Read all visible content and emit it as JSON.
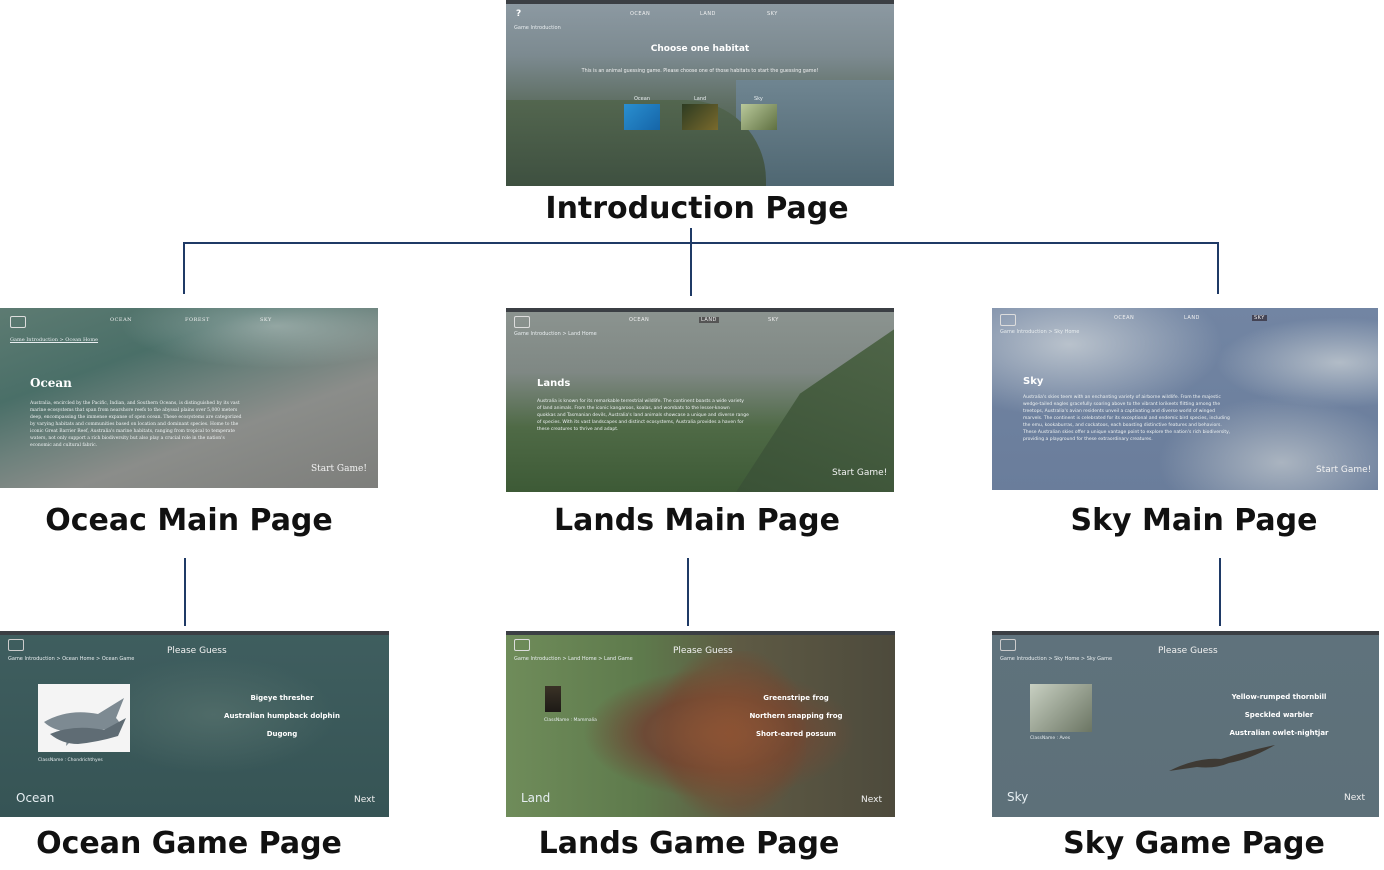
{
  "captions": {
    "intro": "Introduction Page",
    "ocean_main": "Oceac Main Page",
    "lands_main": "Lands Main Page",
    "sky_main": "Sky Main Page",
    "ocean_game": "Ocean Game Page",
    "lands_game": "Lands Game Page",
    "sky_game": "Sky Game Page"
  },
  "intro": {
    "nav": [
      "OCEAN",
      "LAND",
      "SKY"
    ],
    "breadcrumb": "Game Introduction",
    "title": "Choose one habitat",
    "subtitle": "This is an animal guessing game. Please choose one of those habitats to start the guessing game!",
    "habitats": [
      "Ocean",
      "Land",
      "Sky"
    ]
  },
  "ocean_main": {
    "nav": [
      "OCEAN",
      "FOREST",
      "SKY"
    ],
    "breadcrumb": "Game Introduction  >  Ocean Home",
    "title": "Ocean",
    "paragraph": "Australia, encircled by the Pacific, Indian, and Southern Oceans, is distinguished by its vast marine ecosystems that span from nearshore reefs to the abyssal plains over 5,000 meters deep, encompassing the immense expanse of open ocean. These ecosystems are categorized by varying habitats and communities based on location and dominant species. Home to the iconic Great Barrier Reef, Australia's marine habitats, ranging from tropical to temperate waters, not only support a rich biodiversity but also play a crucial role in the nation's economic and cultural fabric.",
    "start": "Start Game!"
  },
  "lands_main": {
    "nav": [
      "OCEAN",
      "LAND",
      "SKY"
    ],
    "breadcrumb": "Game Introduction  >  Land Home",
    "title": "Lands",
    "paragraph": "Australia is known for its remarkable terrestrial wildlife. The continent boasts a wide variety of land animals. From the iconic kangaroos, koalas, and wombats to the lesser-known quokkas and Tasmanian devils, Australia's land animals showcase a unique and diverse range of species. With its vast landscapes and distinct ecosystems, Australia provides a haven for these creatures to thrive and adapt.",
    "start": "Start Game!"
  },
  "sky_main": {
    "nav": [
      "OCEAN",
      "LAND",
      "SKY"
    ],
    "breadcrumb": "Game Introduction  >  Sky Home",
    "title": "Sky",
    "paragraph": "Australia's skies teem with an enchanting variety of airborne wildlife. From the majestic wedge-tailed eagles gracefully soaring above to the vibrant lorikeets flitting among the treetops, Australia's avian residents unveil a captivating and diverse world of winged marvels. The continent is celebrated for its exceptional and endemic bird species, including the emu, kookaburras, and cockatoos, each boasting distinctive features and behaviors. These Australian skies offer a unique vantage point to explore the nation's rich biodiversity, providing a playground for these extraordinary creatures.",
    "start": "Start Game!"
  },
  "ocean_game": {
    "breadcrumb": "Game Introduction  >  Ocean Home  >  Ocean Game",
    "title": "Please Guess",
    "options": [
      "Bigeye thresher",
      "Australian humpback dolphin",
      "Dugong"
    ],
    "class_label": "ClassName : Chondrichthyes",
    "habitat": "Ocean",
    "next": "Next"
  },
  "lands_game": {
    "breadcrumb": "Game Introduction  >  Land Home  >  Land Game",
    "title": "Please Guess",
    "options": [
      "Greenstripe frog",
      "Northern snapping frog",
      "Short-eared possum"
    ],
    "class_label": "ClassName : Mammalia",
    "habitat": "Land",
    "next": "Next"
  },
  "sky_game": {
    "breadcrumb": "Game Introduction  >  Sky Home  >  Sky Game",
    "title": "Please Guess",
    "options": [
      "Yellow-rumped thornbill",
      "Speckled warbler",
      "Australian owlet-nightjar"
    ],
    "class_label": "ClassName : Aves",
    "habitat": "Sky",
    "next": "Next"
  },
  "colors": {
    "connector": "#1f3a66"
  }
}
